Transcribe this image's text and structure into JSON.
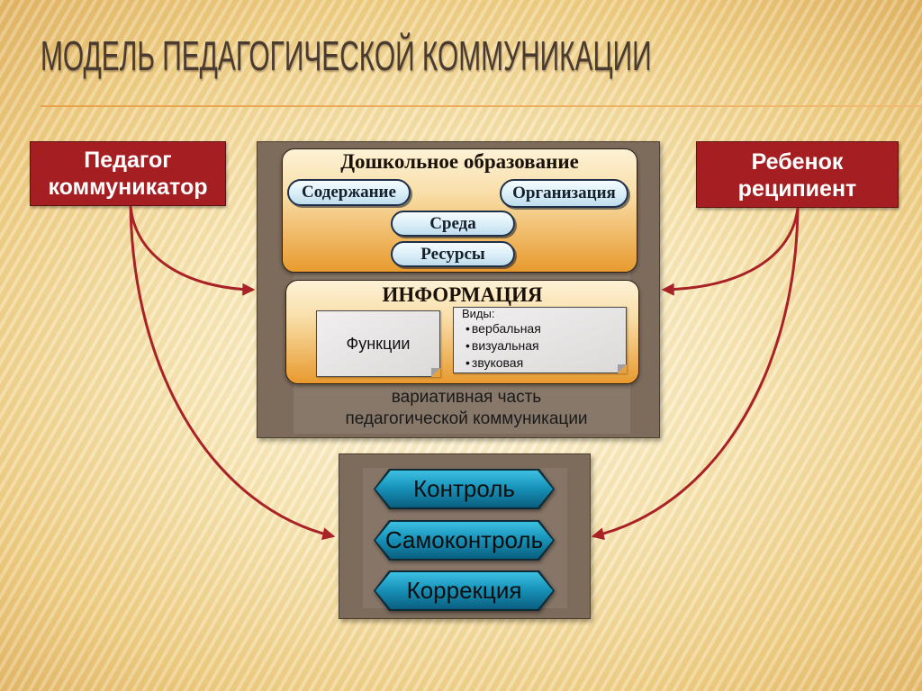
{
  "slide": {
    "title": "МОДЕЛЬ ПЕДАГОГИЧЕСКОЙ КОММУНИКАЦИИ"
  },
  "educator": {
    "line1": "Педагог",
    "line2": "коммуникатор"
  },
  "child": {
    "line1": "Ребенок",
    "line2": "реципиент"
  },
  "preschool": {
    "title": "Дошкольное образование",
    "items": [
      "Содержание",
      "Организация",
      "Среда",
      "Ресурсы"
    ]
  },
  "information": {
    "title": "ИНФОРМАЦИЯ",
    "functions_label": "Функции",
    "types_label": "Виды:",
    "types": [
      "вербальная",
      "визуальная",
      "звуковая"
    ]
  },
  "variable_part": {
    "line1": "вариативная часть",
    "line2": "педагогической коммуникации"
  },
  "control": {
    "items": [
      "Контроль",
      "Самоконтроль",
      "Коррекция"
    ]
  },
  "colors": {
    "title_text": "#4a3b31",
    "rule_line": "#e8a24b",
    "role_box": "#a41e22",
    "panel": "#7d6b5c",
    "box_gradient_top": "#fdf2d6",
    "box_gradient_bottom": "#e89a2e",
    "pill": "#d9eef8",
    "step_teal": "#1791b8",
    "arrow": "#a82226"
  }
}
